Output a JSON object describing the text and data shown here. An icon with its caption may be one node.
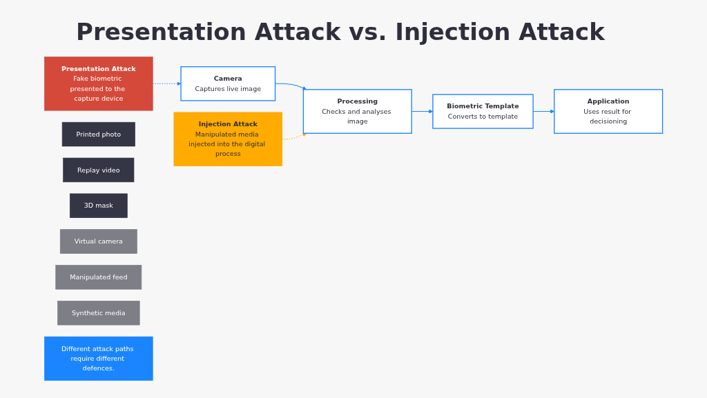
{
  "diagram": {
    "title": "Presentation Attack vs. Injection Attack",
    "nodes": [
      {
        "text": [
          "Presentation Attack",
          "Fake biometric presented to the capture device"
        ]
      },
      {
        "text": [
          "Printed photo"
        ]
      },
      {
        "text": [
          "Replay video"
        ]
      },
      {
        "text": [
          "3D mask"
        ]
      },
      {
        "text": [
          "Camera",
          "Captures live image"
        ]
      },
      {
        "text": [
          "Processing",
          "Checks and analyses image"
        ]
      },
      {
        "text": [
          "Biometric Template",
          "Converts to template"
        ]
      },
      {
        "text": [
          "Application",
          "Uses result for decisioning"
        ]
      },
      {
        "text": [
          "Injection Attack",
          "Manipulated media injected into the digital process"
        ]
      },
      {
        "text": [
          "Virtual camera"
        ]
      },
      {
        "text": [
          "Manipulated feed"
        ]
      },
      {
        "text": [
          "Synthetic media"
        ]
      },
      {
        "text": [
          "Different attack paths require different defences."
        ]
      }
    ],
    "edges": [
      {
        "from": 0,
        "to": 4,
        "arrow": "to",
        "style": "dashed"
      },
      {
        "from": 4,
        "to": 5,
        "arrow": "to"
      },
      {
        "from": 5,
        "to": 6,
        "arrow": "to"
      },
      {
        "from": 6,
        "to": 7,
        "arrow": "to"
      },
      {
        "from": 8,
        "to": 5,
        "arrow": "to",
        "style": "dashed",
        "color": "#f5a800"
      }
    ]
  }
}
